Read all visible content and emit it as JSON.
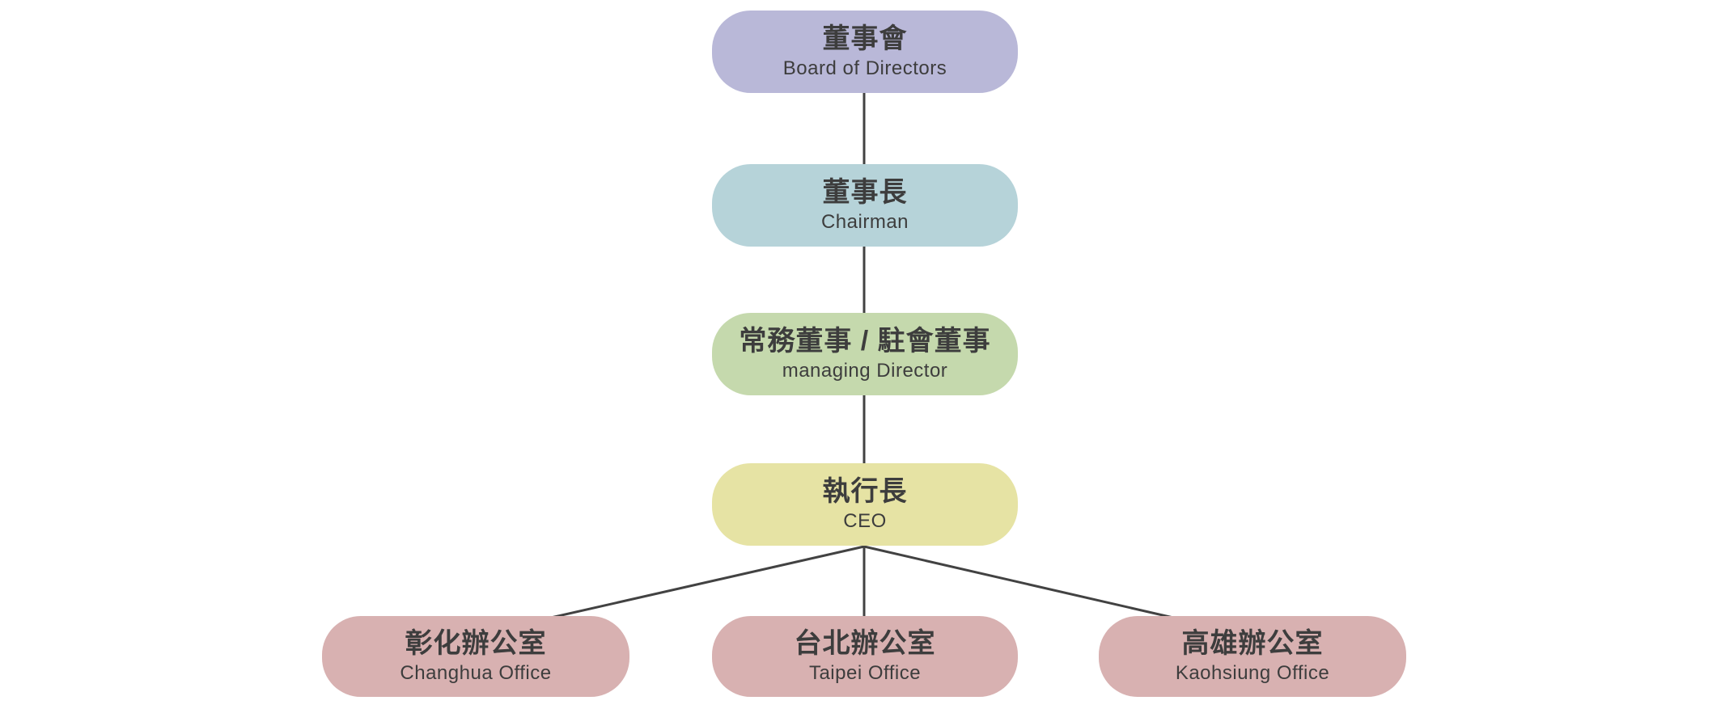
{
  "org_chart": {
    "line_color": "#424242",
    "text_color": "#3d3d3d",
    "nodes": {
      "board": {
        "zh": "董事會",
        "en": "Board of Directors",
        "color": "#b9b8d8"
      },
      "chairman": {
        "zh": "董事長",
        "en": "Chairman",
        "color": "#b6d3d9"
      },
      "managing_director": {
        "zh": "常務董事 / 駐會董事",
        "en": "managing Director",
        "color": "#c5d9ad"
      },
      "ceo": {
        "zh": "執行長",
        "en": "CEO",
        "color": "#e6e3a4"
      },
      "changhua_office": {
        "zh": "彰化辦公室",
        "en": "Changhua Office",
        "color": "#d8b1b1"
      },
      "taipei_office": {
        "zh": "台北辦公室",
        "en": "Taipei Office",
        "color": "#d8b1b1"
      },
      "kaohsiung_office": {
        "zh": "高雄辦公室",
        "en": "Kaohsiung Office",
        "color": "#d8b1b1"
      }
    }
  }
}
